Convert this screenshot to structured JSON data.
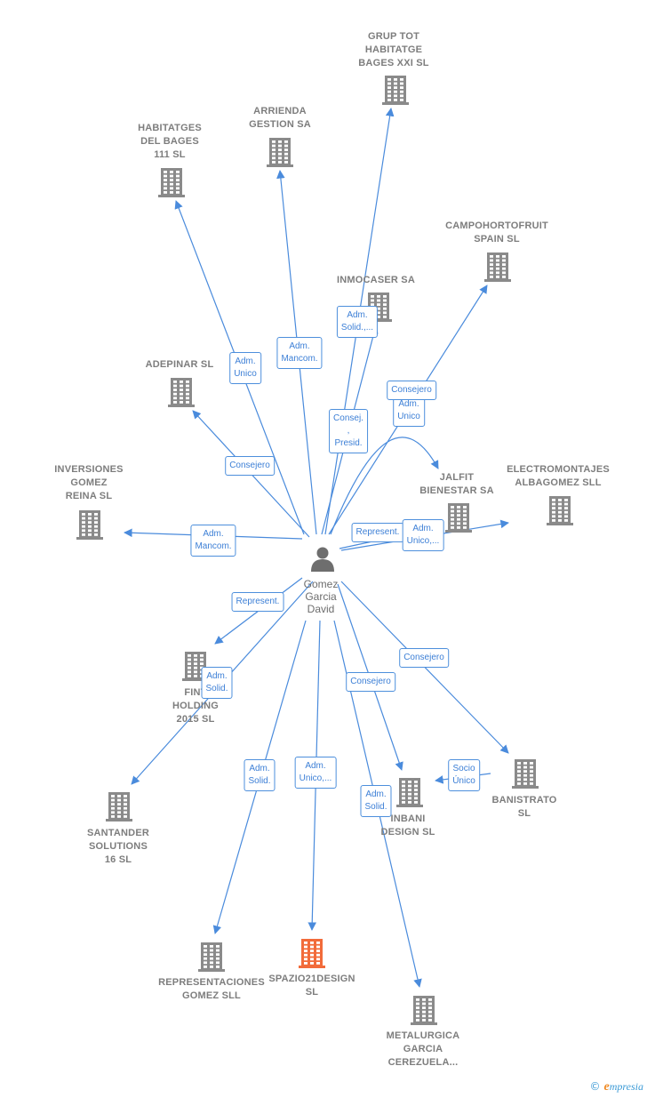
{
  "center": {
    "id": "gomez",
    "name": "Gomez\nGarcia\nDavid",
    "icon": "person-icon"
  },
  "colors": {
    "edge": "#4a8bdc",
    "company": "#8a8a8a",
    "highlight": "#f26b3a"
  },
  "nodes": [
    {
      "id": "grup_tot",
      "label": "GRUP TOT\nHABITATGE\nBAGES XXI SL",
      "icon": "building-icon"
    },
    {
      "id": "arrienda",
      "label": "ARRIENDA\nGESTION SA",
      "icon": "building-icon"
    },
    {
      "id": "habitatges",
      "label": "HABITATGES\nDEL BAGES\n111  SL",
      "icon": "building-icon"
    },
    {
      "id": "campohortofruit",
      "label": "CAMPOHORTOFRUIT\nSPAIN  SL",
      "icon": "building-icon"
    },
    {
      "id": "inmocaser",
      "label": "INMOCASER SA",
      "icon": "building-icon"
    },
    {
      "id": "adepinar",
      "label": "ADEPINAR  SL",
      "icon": "building-icon"
    },
    {
      "id": "inversiones",
      "label": "INVERSIONES\nGOMEZ\nREINA  SL",
      "icon": "building-icon"
    },
    {
      "id": "jalfit",
      "label": "JALFIT\nBIENESTAR SA",
      "icon": "building-icon"
    },
    {
      "id": "electromontajes",
      "label": "ELECTROMONTAJES\nALBAGOMEZ SLL",
      "icon": "building-icon"
    },
    {
      "id": "fintech",
      "label": "FINT\nHOLDING\n2015  SL",
      "icon": "building-icon"
    },
    {
      "id": "santander",
      "label": "SANTANDER\nSOLUTIONS\n16  SL",
      "icon": "building-icon"
    },
    {
      "id": "banistrato",
      "label": "BANISTRATO\nSL",
      "icon": "building-icon"
    },
    {
      "id": "inbani",
      "label": "INBANI\nDESIGN  SL",
      "icon": "building-icon"
    },
    {
      "id": "representaciones",
      "label": "REPRESENTACIONES\nGOMEZ SLL",
      "icon": "building-icon"
    },
    {
      "id": "spazio",
      "label": "SPAZIO21DESIGN\nSL",
      "icon": "building-icon",
      "highlight": true
    },
    {
      "id": "metalurgica",
      "label": "METALURGICA\nGARCIA\nCEREZUELA...",
      "icon": "building-icon"
    }
  ],
  "edges": [
    {
      "from": "gomez",
      "to": "grup_tot",
      "label": "Adm.\nSolid.,..."
    },
    {
      "from": "gomez",
      "to": "arrienda",
      "label": "Adm.\nMancom."
    },
    {
      "from": "gomez",
      "to": "habitatges",
      "label": "Adm.\nUnico"
    },
    {
      "from": "gomez",
      "to": "campohortofruit",
      "label": "Adm.\nUnico"
    },
    {
      "from": "gomez",
      "to": "jalfit",
      "label": "Consejero"
    },
    {
      "from": "gomez",
      "to": "inmocaser",
      "label": "Consej. ,\nPresid."
    },
    {
      "from": "gomez",
      "to": "adepinar",
      "label": "Consejero"
    },
    {
      "from": "gomez",
      "to": "inversiones",
      "label": "Adm.\nMancom."
    },
    {
      "from": "gomez",
      "to": "jalfit",
      "label": "Represent."
    },
    {
      "from": "gomez",
      "to": "electromontajes",
      "label": "Adm.\nUnico,..."
    },
    {
      "from": "gomez",
      "to": "fintech",
      "label": "Represent."
    },
    {
      "from": "gomez",
      "to": "santander",
      "label": "Adm.\nSolid."
    },
    {
      "from": "gomez",
      "to": "banistrato",
      "label": "Consejero"
    },
    {
      "from": "gomez",
      "to": "inbani",
      "label": "Consejero"
    },
    {
      "from": "banistrato",
      "to": "inbani",
      "label": "Socio\nÚnico"
    },
    {
      "from": "gomez",
      "to": "representaciones",
      "label": "Adm.\nSolid."
    },
    {
      "from": "gomez",
      "to": "spazio",
      "label": "Adm.\nUnico,..."
    },
    {
      "from": "gomez",
      "to": "metalurgica",
      "label": "Adm.\nSolid."
    }
  ],
  "brand": {
    "copyright": "©",
    "name_initial": "e",
    "name_rest": "mpresia"
  }
}
